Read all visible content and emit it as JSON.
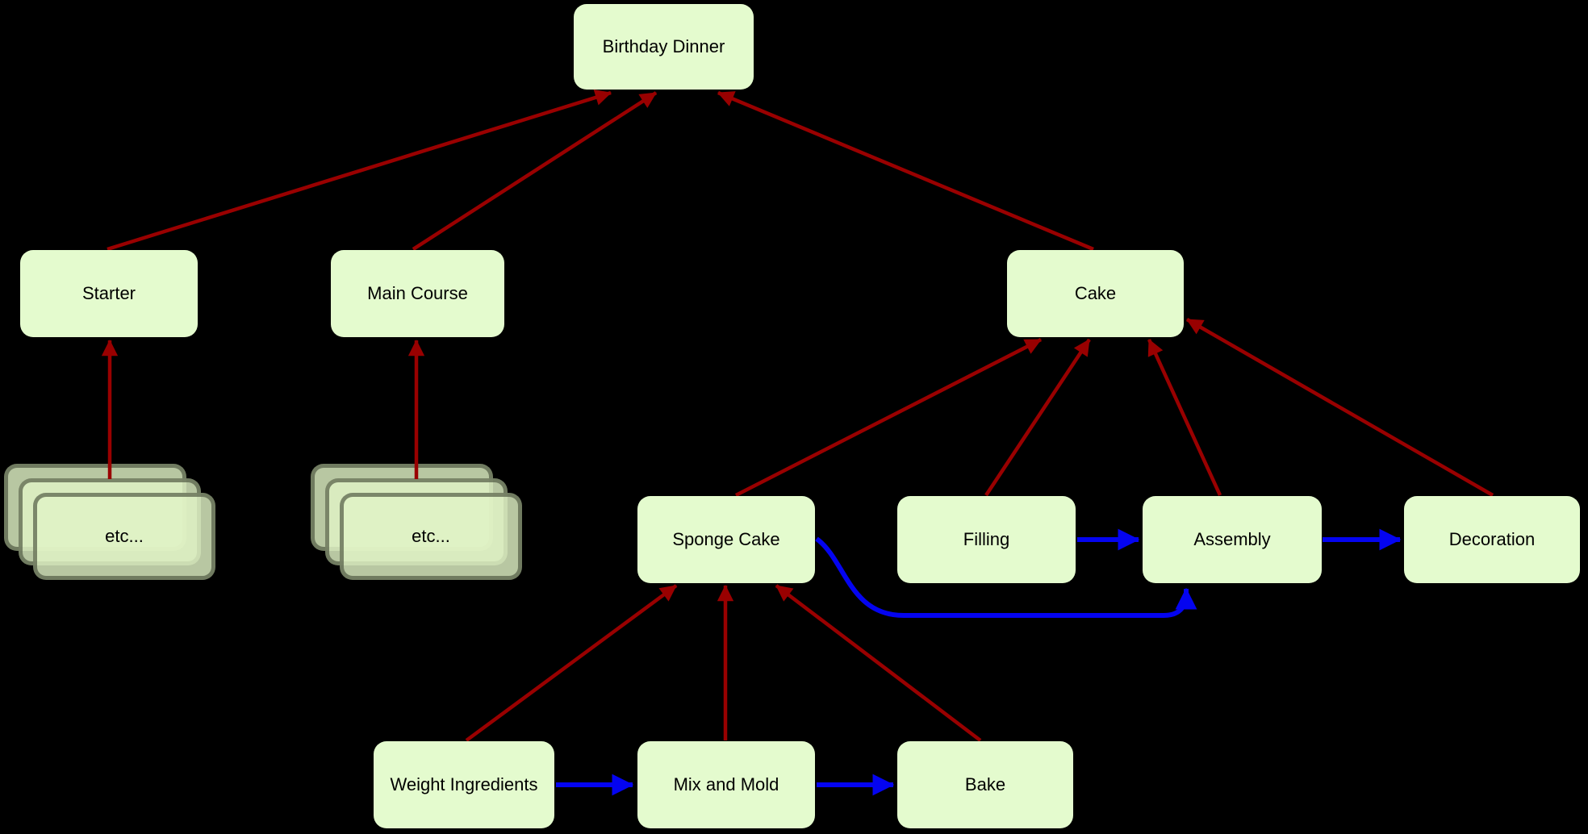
{
  "diagram": {
    "title": "Birthday Dinner task decomposition diagram",
    "background": "#000000",
    "colors": {
      "node_fill": "#e4fbce",
      "node_text": "#000000",
      "stack_fill": "rgba(224,243,198,0.82)",
      "stack_border": "rgba(84,94,70,0.72)",
      "decomposition_edge": "#990000",
      "sequence_edge": "#0404f0"
    },
    "nodes": {
      "birthday_dinner": {
        "label": "Birthday Dinner"
      },
      "starter": {
        "label": "Starter"
      },
      "main_course": {
        "label": "Main Course"
      },
      "cake": {
        "label": "Cake"
      },
      "starter_etc": {
        "label": "etc..."
      },
      "main_course_etc": {
        "label": "etc..."
      },
      "sponge_cake": {
        "label": "Sponge Cake"
      },
      "filling": {
        "label": "Filling"
      },
      "assembly": {
        "label": "Assembly"
      },
      "decoration": {
        "label": "Decoration"
      },
      "weight_ingredients": {
        "label": "Weight Ingredients"
      },
      "mix_and_mold": {
        "label": "Mix and Mold"
      },
      "bake": {
        "label": "Bake"
      }
    },
    "edges": {
      "decomposition": [
        {
          "from": "starter",
          "to": "birthday_dinner"
        },
        {
          "from": "main_course",
          "to": "birthday_dinner"
        },
        {
          "from": "cake",
          "to": "birthday_dinner"
        },
        {
          "from": "starter_etc",
          "to": "starter"
        },
        {
          "from": "main_course_etc",
          "to": "main_course"
        },
        {
          "from": "sponge_cake",
          "to": "cake"
        },
        {
          "from": "filling",
          "to": "cake"
        },
        {
          "from": "assembly",
          "to": "cake"
        },
        {
          "from": "decoration",
          "to": "cake"
        },
        {
          "from": "weight_ingredients",
          "to": "sponge_cake"
        },
        {
          "from": "mix_and_mold",
          "to": "sponge_cake"
        },
        {
          "from": "bake",
          "to": "sponge_cake"
        }
      ],
      "sequence": [
        {
          "from": "weight_ingredients",
          "to": "mix_and_mold"
        },
        {
          "from": "mix_and_mold",
          "to": "bake"
        },
        {
          "from": "filling",
          "to": "assembly"
        },
        {
          "from": "sponge_cake",
          "to": "assembly"
        },
        {
          "from": "assembly",
          "to": "decoration"
        }
      ]
    }
  }
}
